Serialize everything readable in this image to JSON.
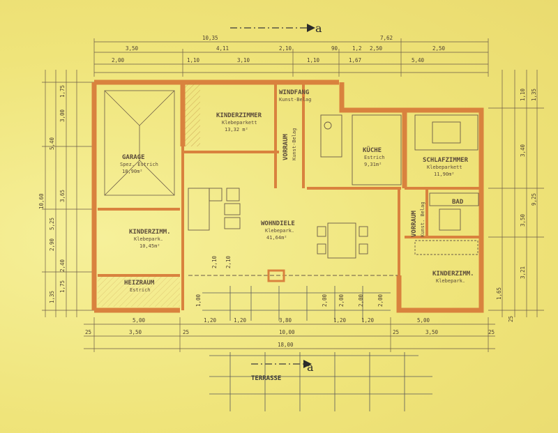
{
  "section_label": "a",
  "terrace": "TERRASSE",
  "rooms": [
    {
      "name": "GARAGE",
      "sub1": "Spez. Estrich",
      "sub2": "18,90m²"
    },
    {
      "name": "KINDERZIMMER",
      "sub1": "Klebeparkett",
      "sub2": "13,32 m²"
    },
    {
      "name": "WINDFANG",
      "sub1": "Kunst-Belag",
      "sub2": ""
    },
    {
      "name": "VORRAUM",
      "sub1": "Kunst-Belag",
      "sub2": ""
    },
    {
      "name": "KÜCHE",
      "sub1": "Estrich",
      "sub2": "9,31m²"
    },
    {
      "name": "SCHLAFZIMMER",
      "sub1": "Klebeparkett",
      "sub2": "11,90m²"
    },
    {
      "name": "BAD",
      "sub1": "",
      "sub2": ""
    },
    {
      "name": "KINDERZIMM.",
      "sub1": "Klebepark.",
      "sub2": "10,45m²"
    },
    {
      "name": "WOHNDIELE",
      "sub1": "Klebepark.",
      "sub2": "41,64m²"
    },
    {
      "name": "VORRAUM",
      "sub1": "Kunst. Belag",
      "sub2": ""
    },
    {
      "name": "KINDERZIMM.",
      "sub1": "Klebepark.",
      "sub2": ""
    },
    {
      "name": "HEIZRAUM",
      "sub1": "Estrich",
      "sub2": ""
    }
  ],
  "dims_top": {
    "total": "10,35",
    "right_total": "7,62",
    "row1": [
      "3,50",
      "4,11",
      "2,10",
      "90",
      "1,2",
      "2,50",
      "2,50"
    ],
    "row2": [
      "2,00",
      "1,10",
      "3,10",
      "1,10",
      "1,67",
      "5,40"
    ]
  },
  "dims_bottom": {
    "row1": [
      "5,00",
      "1,20",
      "1,20",
      "3,80",
      "1,20",
      "1,20",
      "5,00"
    ],
    "row2": [
      "25",
      "3,50",
      "25",
      "10,00",
      "25",
      "3,50",
      "25"
    ],
    "total": "18,00"
  },
  "dims_left": [
    "1,75",
    "3,00",
    "5,40",
    "10,60",
    "3,65",
    "5,25",
    "2,90",
    "2,40",
    "1,75",
    "1,35"
  ],
  "dims_right": [
    "1,10",
    "1,35",
    "3,40",
    "9,25",
    "3,50",
    "3,21",
    "1,65",
    "25"
  ],
  "window_marks": [
    "1,00",
    "2,10",
    "2,10",
    "2,00",
    "2,00",
    "2,00",
    "2,00"
  ]
}
